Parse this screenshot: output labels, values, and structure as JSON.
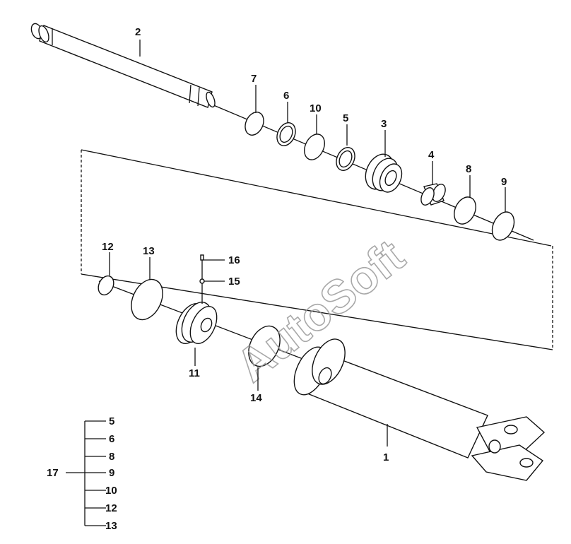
{
  "watermark": "AutoSoft",
  "callouts": {
    "c1": "1",
    "c2": "2",
    "c3": "3",
    "c4": "4",
    "c5": "5",
    "c6": "6",
    "c7": "7",
    "c8": "8",
    "c9": "9",
    "c10": "10",
    "c11": "11",
    "c12": "12",
    "c13": "13",
    "c14": "14",
    "c15": "15",
    "c16": "16"
  },
  "kit": {
    "label": "17",
    "items": [
      "5",
      "6",
      "8",
      "9",
      "10",
      "12",
      "13"
    ]
  }
}
